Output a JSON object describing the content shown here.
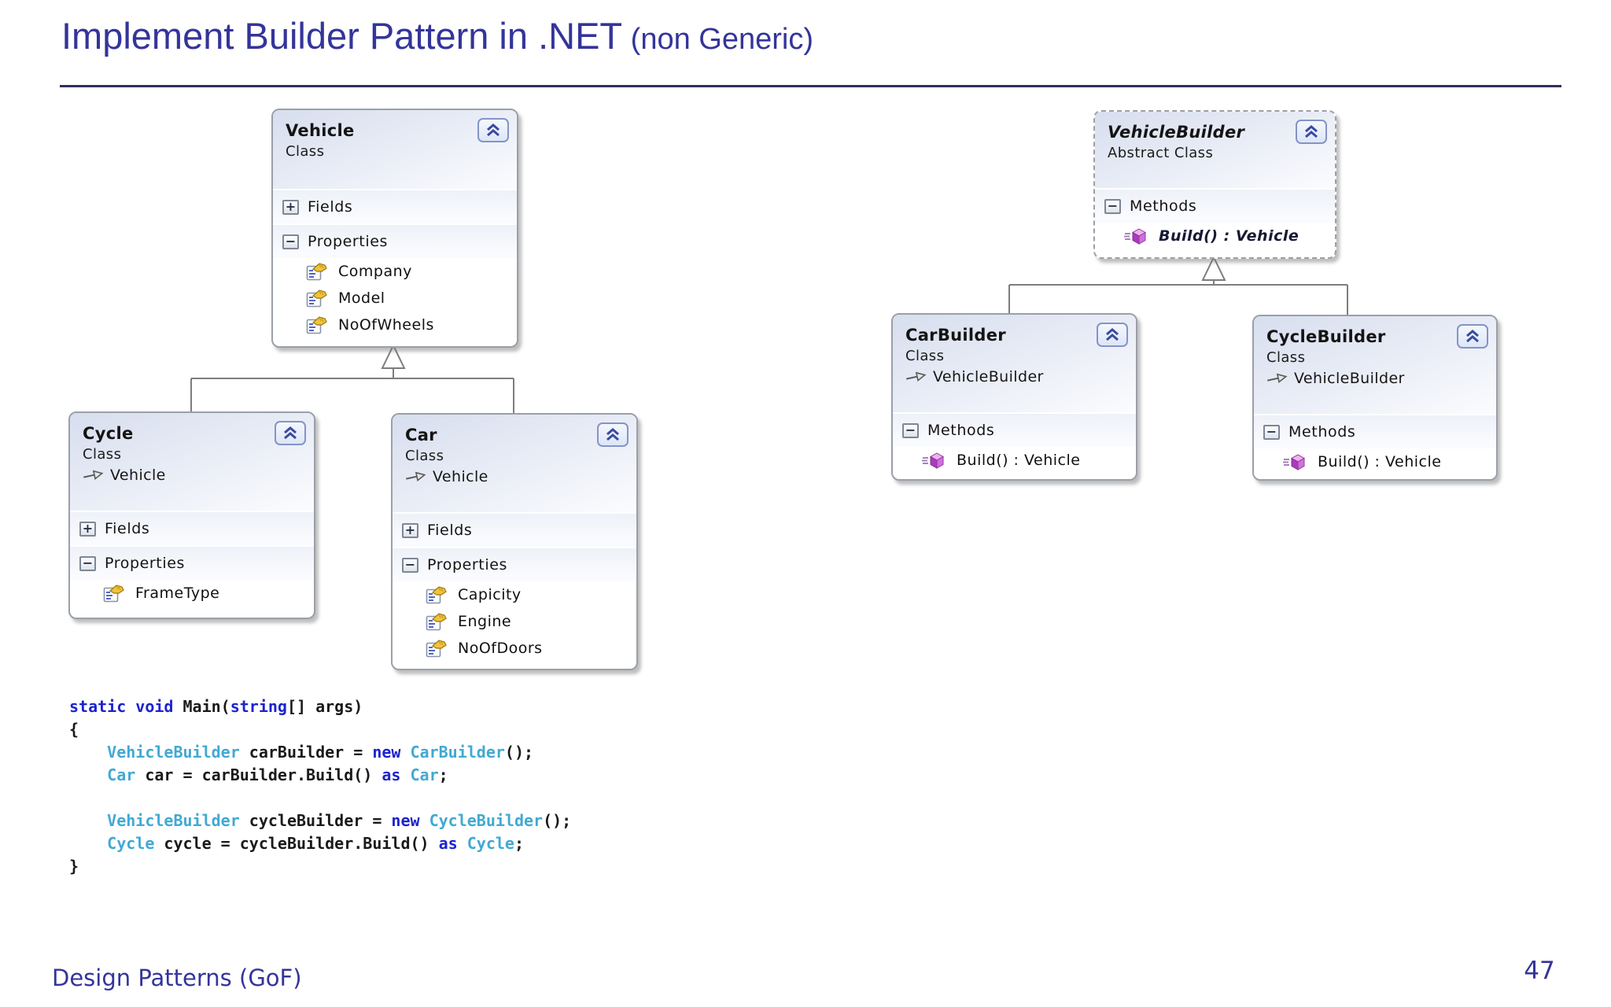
{
  "slide": {
    "title": "Implement Builder Pattern in .NET",
    "title_suffix": " (non Generic)",
    "footer": "Design Patterns (GoF)",
    "page_number": "47"
  },
  "diagram": {
    "classes": [
      {
        "name": "Vehicle",
        "stereotype": "Class",
        "inherits": "",
        "compartments": [
          {
            "label": "Fields",
            "collapsed": true,
            "items": []
          },
          {
            "label": "Properties",
            "collapsed": false,
            "items": [
              "Company",
              "Model",
              "NoOfWheels"
            ]
          }
        ]
      },
      {
        "name": "Cycle",
        "stereotype": "Class",
        "inherits": "Vehicle",
        "compartments": [
          {
            "label": "Fields",
            "collapsed": true,
            "items": []
          },
          {
            "label": "Properties",
            "collapsed": false,
            "items": [
              "FrameType"
            ]
          }
        ]
      },
      {
        "name": "Car",
        "stereotype": "Class",
        "inherits": "Vehicle",
        "compartments": [
          {
            "label": "Fields",
            "collapsed": true,
            "items": []
          },
          {
            "label": "Properties",
            "collapsed": false,
            "items": [
              "Capicity",
              "Engine",
              "NoOfDoors"
            ]
          }
        ]
      },
      {
        "name": "VehicleBuilder",
        "stereotype": "Abstract Class",
        "inherits": "",
        "compartments": [
          {
            "label": "Methods",
            "collapsed": false,
            "items": [
              "Build() : Vehicle"
            ]
          }
        ]
      },
      {
        "name": "CarBuilder",
        "stereotype": "Class",
        "inherits": "VehicleBuilder",
        "compartments": [
          {
            "label": "Methods",
            "collapsed": false,
            "items": [
              "Build() : Vehicle"
            ]
          }
        ]
      },
      {
        "name": "CycleBuilder",
        "stereotype": "Class",
        "inherits": "VehicleBuilder",
        "compartments": [
          {
            "label": "Methods",
            "collapsed": false,
            "items": [
              "Build() : Vehicle"
            ]
          }
        ]
      }
    ]
  },
  "code": {
    "lines": [
      [
        [
          "static",
          "kw"
        ],
        [
          " ",
          "pl"
        ],
        [
          "void",
          "kw"
        ],
        [
          " Main(",
          "pl"
        ],
        [
          "string",
          "kw"
        ],
        [
          "[] args)",
          "pl"
        ]
      ],
      [
        [
          "{",
          "pl"
        ]
      ],
      [
        [
          "    ",
          "pl"
        ],
        [
          "VehicleBuilder",
          "ty"
        ],
        [
          " carBuilder = ",
          "pl"
        ],
        [
          "new",
          "kw"
        ],
        [
          " ",
          "pl"
        ],
        [
          "CarBuilder",
          "ty"
        ],
        [
          "();",
          "pl"
        ]
      ],
      [
        [
          "    ",
          "pl"
        ],
        [
          "Car",
          "ty"
        ],
        [
          " car = carBuilder.Build() ",
          "pl"
        ],
        [
          "as",
          "kw"
        ],
        [
          " ",
          "pl"
        ],
        [
          "Car",
          "ty"
        ],
        [
          ";",
          "pl"
        ]
      ],
      [
        [
          " ",
          "pl"
        ]
      ],
      [
        [
          "    ",
          "pl"
        ],
        [
          "VehicleBuilder",
          "ty"
        ],
        [
          " cycleBuilder = ",
          "pl"
        ],
        [
          "new",
          "kw"
        ],
        [
          " ",
          "pl"
        ],
        [
          "CycleBuilder",
          "ty"
        ],
        [
          "();",
          "pl"
        ]
      ],
      [
        [
          "    ",
          "pl"
        ],
        [
          "Cycle",
          "ty"
        ],
        [
          " cycle = cycleBuilder.Build() ",
          "pl"
        ],
        [
          "as",
          "kw"
        ],
        [
          " ",
          "pl"
        ],
        [
          "Cycle",
          "ty"
        ],
        [
          ";",
          "pl"
        ]
      ],
      [
        [
          "}",
          "pl"
        ]
      ]
    ]
  },
  "colors": {
    "title": "#34349b",
    "rule": "#30305a",
    "code_keyword": "#1c23cf",
    "code_type": "#41a9d2",
    "code_plain": "#1a1a1a"
  }
}
